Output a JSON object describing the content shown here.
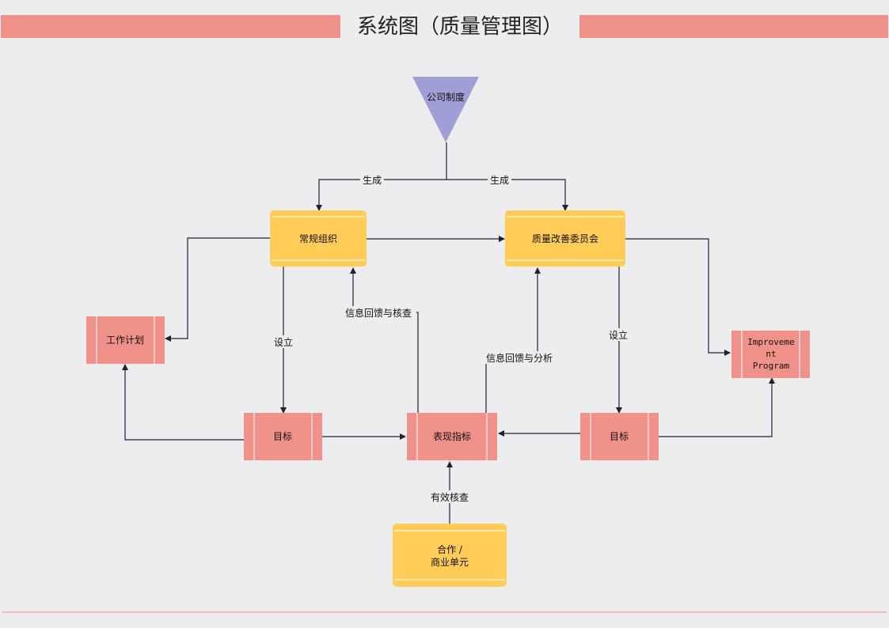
{
  "title": "系统图（质量管理图）",
  "colors": {
    "banner": "#f0918a",
    "yellow_node": "#ffcd57",
    "pink_node": "#f0918a",
    "triangle": "#a09ed6",
    "edge": "#1c2135"
  },
  "nodes": {
    "policy": "公司制度",
    "regular_org": "常规组织",
    "quality_committee": "质量改善委员会",
    "work_plan": "工作计划",
    "target_left": "目标",
    "kpi": "表现指标",
    "target_right": "目标",
    "improvement_lines": [
      "Improveme",
      "nt",
      "Program"
    ],
    "partner_lines": [
      "合作 /",
      "商业单元"
    ]
  },
  "edge_labels": {
    "generate_left": "生成",
    "generate_right": "生成",
    "setup_left": "设立",
    "setup_right": "设立",
    "feedback_check": "信息回馈与核查",
    "feedback_analysis": "信息回馈与分析",
    "effective_check": "有效核查"
  }
}
